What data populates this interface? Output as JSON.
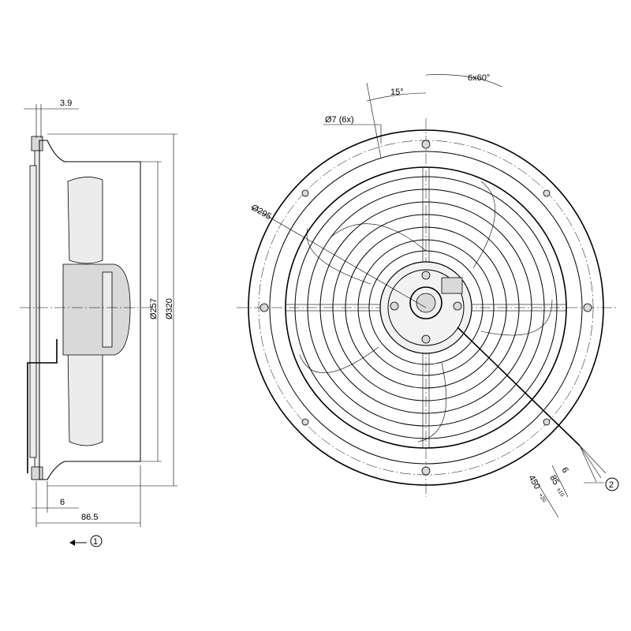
{
  "side_view": {
    "dim_flange_thickness": "3.9",
    "dim_diameter_inner": "Ø257",
    "dim_diameter_outer": "Ø320",
    "dim_bottom_offset": "6",
    "dim_depth": "86.5",
    "view_marker": "1"
  },
  "front_view": {
    "dim_angle_15": "15°",
    "dim_angle_pattern": "6x60°",
    "dim_holes": "Ø7 (6x)",
    "dim_bolt_circle": "Ø295",
    "dim_cable_6": "6",
    "dim_cable_85": "85",
    "dim_cable_85_tol": "±10",
    "dim_cable_450": "450",
    "dim_cable_450_tol": "+20",
    "view_marker": "2"
  }
}
